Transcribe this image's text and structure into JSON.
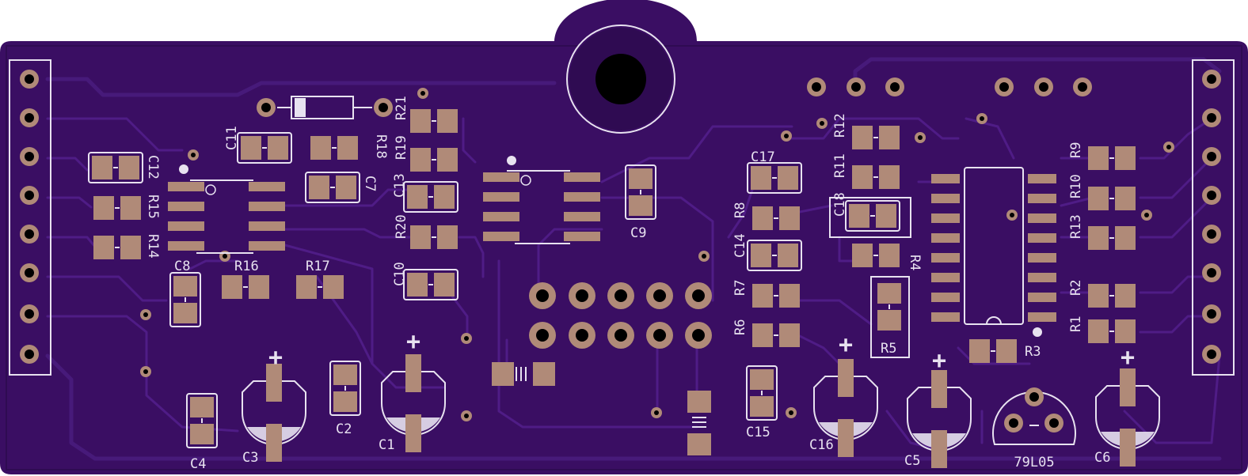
{
  "board": {
    "colors": {
      "substrate": "#3a0e63",
      "copper": "#4f1c86",
      "pad": "#b08a78",
      "silk": "#e8e2f0",
      "hole": "#000000"
    },
    "regulator_label": "79L05"
  },
  "labels": [
    {
      "id": "C11",
      "text": "C11"
    },
    {
      "id": "R18",
      "text": "R18"
    },
    {
      "id": "R21",
      "text": "R21"
    },
    {
      "id": "R19",
      "text": "R19"
    },
    {
      "id": "C13",
      "text": "C13"
    },
    {
      "id": "R20",
      "text": "R20"
    },
    {
      "id": "C10",
      "text": "C10"
    },
    {
      "id": "C12",
      "text": "C12"
    },
    {
      "id": "R15",
      "text": "R15"
    },
    {
      "id": "R14",
      "text": "R14"
    },
    {
      "id": "C7",
      "text": "C7"
    },
    {
      "id": "C8",
      "text": "C8"
    },
    {
      "id": "R16",
      "text": "R16"
    },
    {
      "id": "R17",
      "text": "R17"
    },
    {
      "id": "C9",
      "text": "C9"
    },
    {
      "id": "C4",
      "text": "C4"
    },
    {
      "id": "C3",
      "text": "C3"
    },
    {
      "id": "C2",
      "text": "C2"
    },
    {
      "id": "C1",
      "text": "C1"
    },
    {
      "id": "C17",
      "text": "C17"
    },
    {
      "id": "R8",
      "text": "R8"
    },
    {
      "id": "C14",
      "text": "C14"
    },
    {
      "id": "R7",
      "text": "R7"
    },
    {
      "id": "R6",
      "text": "R6"
    },
    {
      "id": "C15",
      "text": "C15"
    },
    {
      "id": "R12",
      "text": "R12"
    },
    {
      "id": "R11",
      "text": "R11"
    },
    {
      "id": "C18",
      "text": "C18"
    },
    {
      "id": "R4",
      "text": "R4"
    },
    {
      "id": "R5",
      "text": "R5"
    },
    {
      "id": "C16",
      "text": "C16"
    },
    {
      "id": "C5",
      "text": "C5"
    },
    {
      "id": "R9",
      "text": "R9"
    },
    {
      "id": "R10",
      "text": "R10"
    },
    {
      "id": "R13",
      "text": "R13"
    },
    {
      "id": "R2",
      "text": "R2"
    },
    {
      "id": "R1",
      "text": "R1"
    },
    {
      "id": "R3",
      "text": "R3"
    },
    {
      "id": "C6",
      "text": "C6"
    },
    {
      "id": "plus-c3",
      "text": "+"
    },
    {
      "id": "plus-c1",
      "text": "+"
    },
    {
      "id": "plus-c16",
      "text": "+"
    },
    {
      "id": "plus-c5",
      "text": "+"
    },
    {
      "id": "plus-c6",
      "text": "+"
    }
  ]
}
